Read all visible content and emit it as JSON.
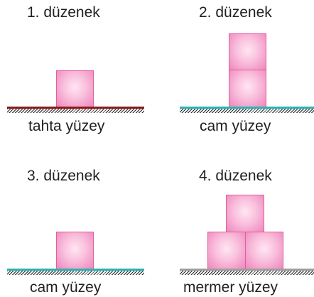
{
  "setups": [
    {
      "title": "1. düzenek",
      "surface": "tahta yüzey",
      "surface_color": "#8b1a1a",
      "block_count": 1
    },
    {
      "title": "2. düzenek",
      "surface": "cam yüzey",
      "surface_color": "#2bb3b3",
      "block_count": 2
    },
    {
      "title": "3. düzenek",
      "surface": "cam yüzey",
      "surface_color": "#2bb3b3",
      "block_count": 1
    },
    {
      "title": "4. düzenek",
      "surface": "mermer yüzey",
      "surface_color": "#9e9e9e",
      "block_count": 3
    }
  ],
  "colors": {
    "block_fill": "#f9bfdc",
    "block_border": "#e0609e",
    "text": "#231f20"
  }
}
